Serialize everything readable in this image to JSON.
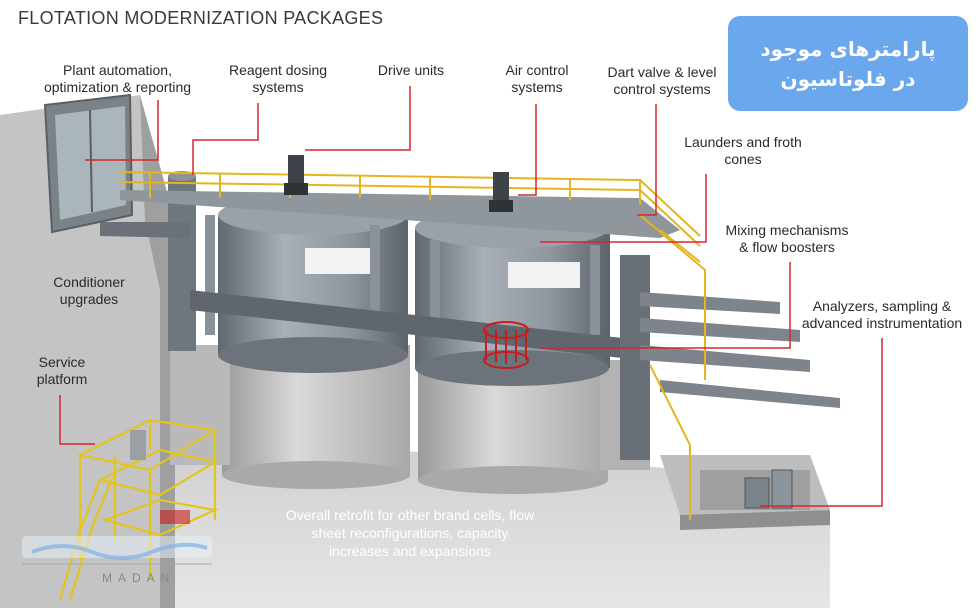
{
  "title": "FLOTATION MODERNIZATION PACKAGES",
  "badge": {
    "line1": "پارامترهای موجود",
    "line2": "در فلوتاسیون"
  },
  "labels": {
    "plant_automation": "Plant automation,\noptimization & reporting",
    "reagent_dosing": "Reagent dosing\nsystems",
    "drive_units": "Drive units",
    "air_control": "Air control\nsystems",
    "dart_valve": "Dart valve & level\ncontrol systems",
    "launders": "Launders and froth\ncones",
    "mixing": "Mixing mechanisms\n& flow boosters",
    "analyzers": "Analyzers, sampling &\nadvanced instrumentation",
    "conditioner": "Conditioner\nupgrades",
    "service_platform": "Service\nplatform",
    "overall_retrofit": "Overall retrofit for other brand cells, flow\nsheet reconfigurations, capacity\nincreases and expansions"
  },
  "watermark": {
    "text": "MADAN"
  },
  "colors": {
    "callout_line": "#d7262a",
    "badge_bg": "#6aa7ec",
    "steel": "#7f8790",
    "concrete": "#c9c9c9",
    "railing": "#e3b51e"
  }
}
